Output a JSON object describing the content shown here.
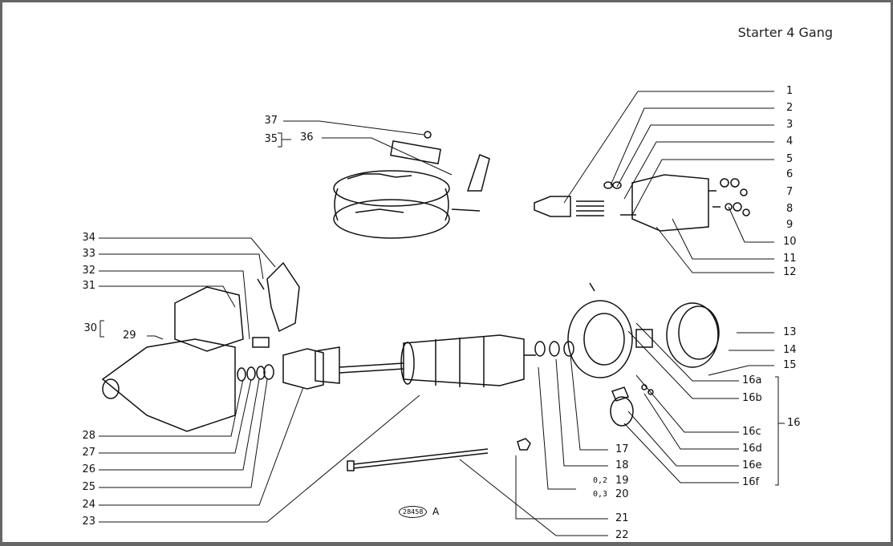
{
  "title": "Starter 4 Gang",
  "drawing_ref": "28458",
  "drawing_suffix": "A",
  "shim_19": "0,2",
  "shim_20": "0,3",
  "labels_right": [
    "1",
    "2",
    "3",
    "4",
    "5",
    "6",
    "7",
    "8",
    "9",
    "10",
    "11",
    "12",
    "13",
    "14",
    "15"
  ],
  "labels_16": [
    "16a",
    "16b",
    "16c",
    "16d",
    "16e",
    "16f"
  ],
  "label_16": "16",
  "labels_bottom": [
    "17",
    "18",
    "19",
    "20",
    "21",
    "22"
  ],
  "labels_left": [
    "34",
    "33",
    "32",
    "31",
    "30",
    "29",
    "28",
    "27",
    "26",
    "25",
    "24",
    "23"
  ],
  "labels_top": [
    "37",
    "35",
    "36"
  ]
}
